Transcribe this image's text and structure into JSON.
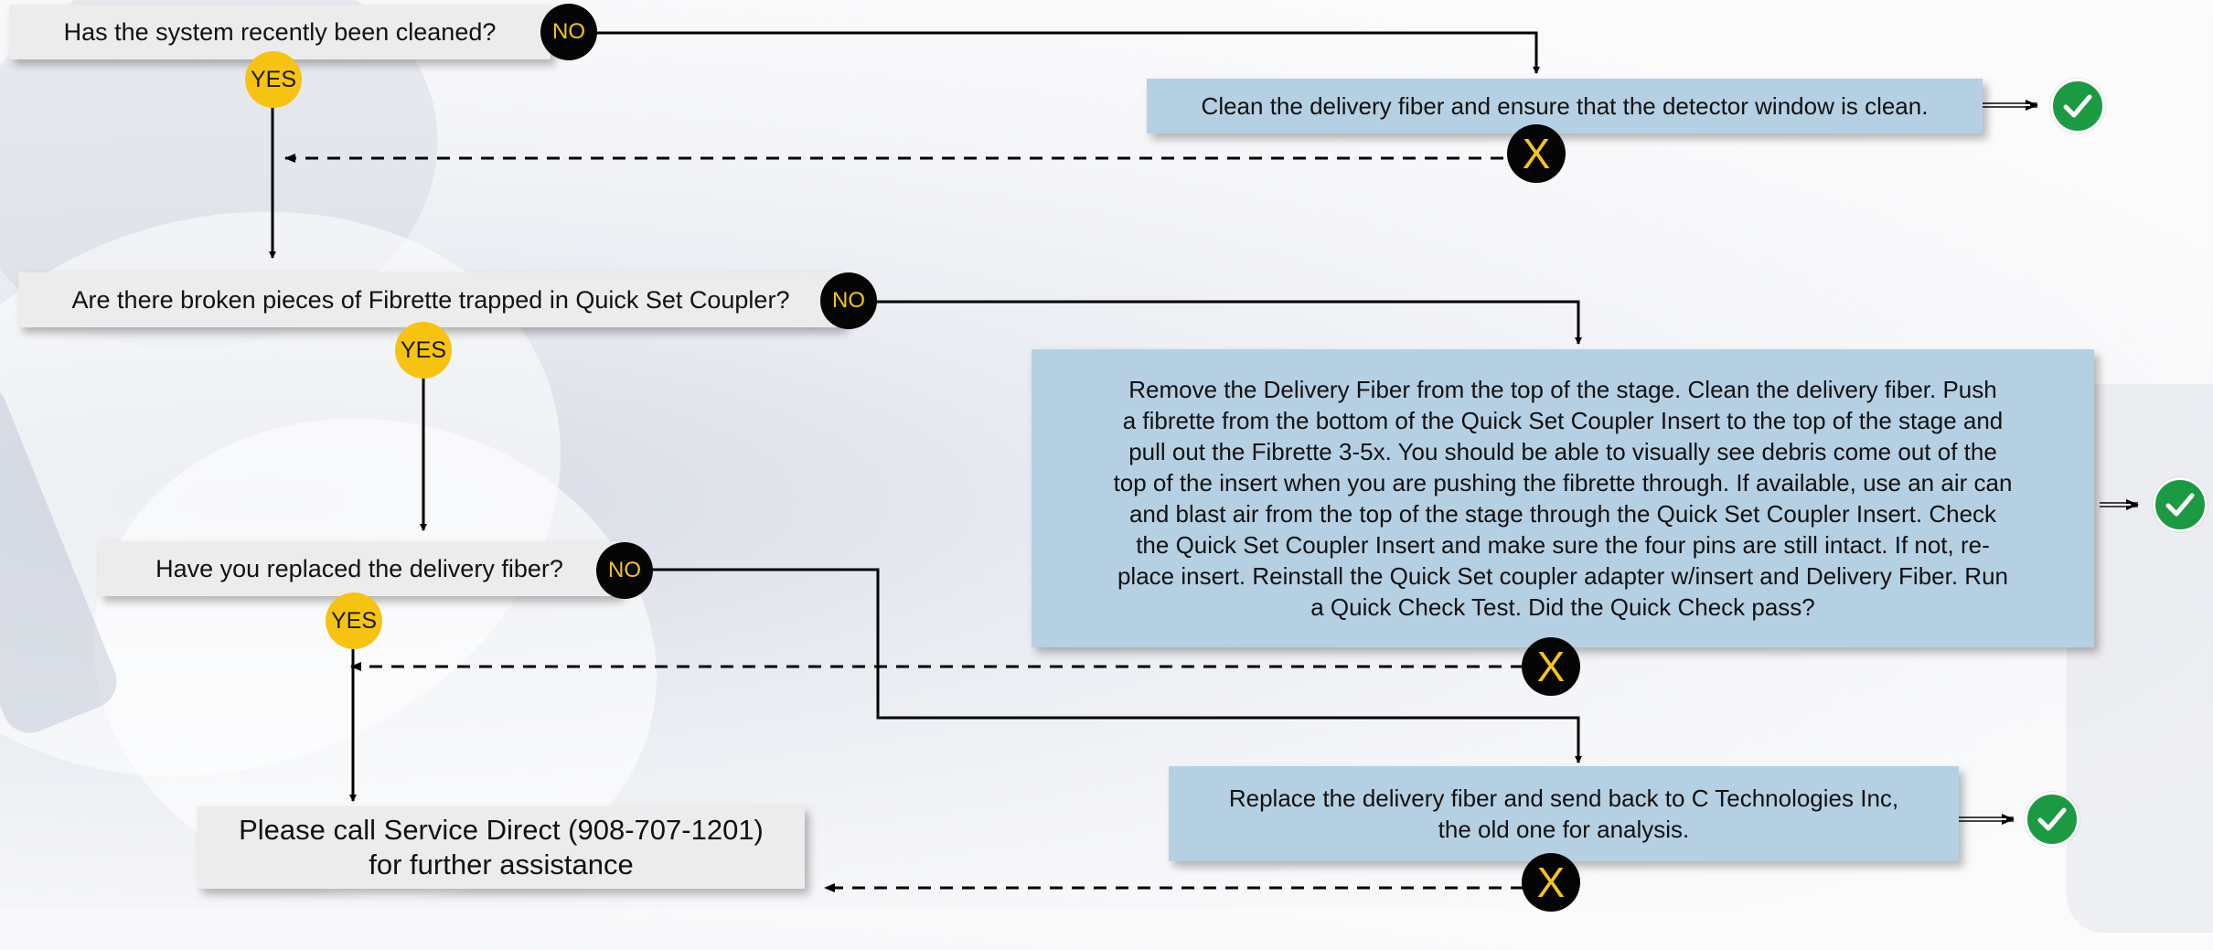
{
  "questions": {
    "q1": "Has the system recently been cleaned?",
    "q2": "Are there broken pieces of Fibrette trapped in Quick Set Coupler?",
    "q3": "Have you replaced the delivery fiber?"
  },
  "actions": {
    "a1": "Clean the delivery fiber and ensure that the detector window is clean.",
    "a2": "Remove the Delivery Fiber from the top of the stage. Clean the delivery fiber. Push\na fibrette from the bottom of the Quick Set Coupler Insert to the top of the stage and\npull out the Fibrette 3-5x. You should be able to visually see debris come out of the\ntop of the insert when you are pushing the fibrette through. If available, use an air can\nand blast air from the top of the stage through the Quick Set Coupler Insert. Check\nthe Quick Set Coupler Insert and make sure the four pins are still intact. If not, re-\nplace insert. Reinstall the Quick Set coupler adapter w/insert and Delivery Fiber. Run\na Quick Check Test. Did the Quick Check pass?",
    "a3": "Replace the delivery fiber and send back to C Technologies Inc,\nthe old one for analysis."
  },
  "final": "Please call Service Direct (908-707-1201)\nfor further assistance",
  "badges": {
    "no": "NO",
    "yes": "YES",
    "fail": "X"
  },
  "icons": {
    "pass": "check-circle-icon"
  },
  "colors": {
    "question_box": "#ececec",
    "action_box": "#b6d0e3",
    "no_badge": "#050505",
    "yes_badge": "#f6c312",
    "badge_text": "#f4c51e",
    "pass_icon": "#1c9a43"
  }
}
